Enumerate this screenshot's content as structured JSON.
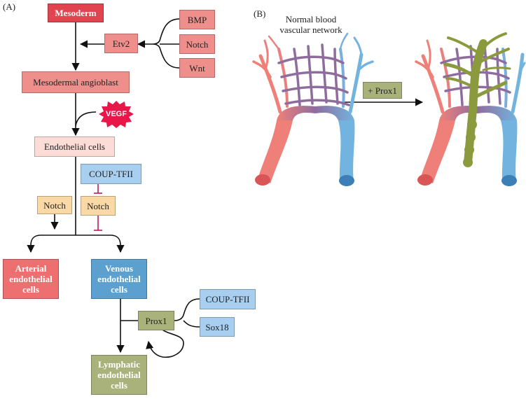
{
  "panels": {
    "a_label": "(A)",
    "b_label": "(B)"
  },
  "nodes": {
    "mesoderm": "Mesoderm",
    "etv2": "Etv2",
    "bmp": "BMP",
    "notch_top": "Notch",
    "wnt": "Wnt",
    "mesodermal_angioblast": "Mesodermal angioblast",
    "vegf": "VEGF",
    "endothelial_cells": "Endothelial cells",
    "coup_tfii_upper": "COUP-TFII",
    "notch_left": "Notch",
    "notch_middle": "Notch",
    "arterial": "Arterial\nendothelial\ncells",
    "venous": "Venous\nendothelial\ncells",
    "prox1": "Prox1",
    "coup_tfii_lower": "COUP-TFII",
    "sox18": "Sox18",
    "lymphatic": "Lymphatic\nendothelial\ncells"
  },
  "panel_b": {
    "title": "Normal blood\nvascular network",
    "arrow_label": "+ Prox1"
  },
  "colors": {
    "mesoderm": "#e0454f",
    "salmon": "#ee8f8b",
    "light_pink": "#fcdcd6",
    "arterial": "#ee6f6f",
    "venous": "#5ba0cf",
    "light_blue": "#a8cff0",
    "tan": "#fbd9a6",
    "olive": "#a9b27a",
    "inhibit": "#c2185b",
    "vegf": "#e8174a",
    "vessel_red": "#ef8079",
    "vessel_blue": "#72b4df",
    "vessel_purple": "#8e6d9e",
    "lymph_green": "#8c9a3e"
  }
}
